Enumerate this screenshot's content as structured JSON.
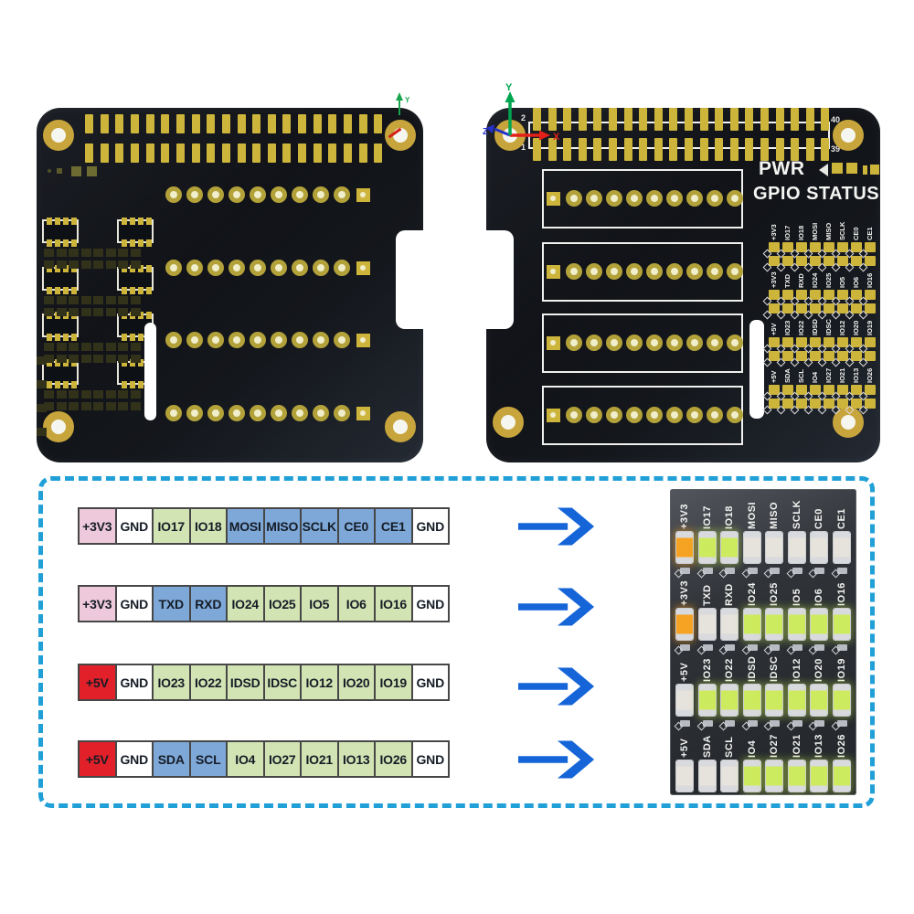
{
  "front_board": {
    "axis_y": "Y"
  },
  "back_board": {
    "pwr_label": "PWR",
    "gpio_status_label": "GPIO STATUS",
    "axis_x": "X",
    "axis_y": "Y",
    "axis_z": "Z",
    "pin_top_left": "2",
    "pin_bottom_left": "1",
    "pin_top_right": "40",
    "pin_bottom_right": "39",
    "led_groups": [
      {
        "labels": [
          "+3V3",
          "IO17",
          "IO18",
          "MOSI",
          "MISO",
          "SCLK",
          "CE0",
          "CE1"
        ]
      },
      {
        "labels": [
          "+3V3",
          "TXD",
          "RXD",
          "IO24",
          "IO25",
          "IO5",
          "IO6",
          "IO16"
        ]
      },
      {
        "labels": [
          "+5V",
          "IO23",
          "IO22",
          "IDSD",
          "IDSC",
          "IO12",
          "IO20",
          "IO19"
        ]
      },
      {
        "labels": [
          "+5V",
          "SDA",
          "SCL",
          "IO4",
          "IO27",
          "IO21",
          "IO13",
          "IO26"
        ]
      }
    ]
  },
  "pinout": {
    "type_colors": {
      "p3v3": "#edc9db",
      "gnd": "#ffffff",
      "io": "#d2e4b4",
      "bus": "#7ea8d8",
      "p5v": "#e1202a"
    },
    "rows": [
      {
        "cells": [
          {
            "label": "+3V3",
            "type": "p3v3"
          },
          {
            "label": "GND",
            "type": "gnd"
          },
          {
            "label": "IO17",
            "type": "io"
          },
          {
            "label": "IO18",
            "type": "io"
          },
          {
            "label": "MOSI",
            "type": "bus"
          },
          {
            "label": "MISO",
            "type": "bus"
          },
          {
            "label": "SCLK",
            "type": "bus"
          },
          {
            "label": "CE0",
            "type": "bus"
          },
          {
            "label": "CE1",
            "type": "bus"
          },
          {
            "label": "GND",
            "type": "gnd"
          }
        ]
      },
      {
        "cells": [
          {
            "label": "+3V3",
            "type": "p3v3"
          },
          {
            "label": "GND",
            "type": "gnd"
          },
          {
            "label": "TXD",
            "type": "bus"
          },
          {
            "label": "RXD",
            "type": "bus"
          },
          {
            "label": "IO24",
            "type": "io"
          },
          {
            "label": "IO25",
            "type": "io"
          },
          {
            "label": "IO5",
            "type": "io"
          },
          {
            "label": "IO6",
            "type": "io"
          },
          {
            "label": "IO16",
            "type": "io"
          },
          {
            "label": "GND",
            "type": "gnd"
          }
        ]
      },
      {
        "cells": [
          {
            "label": "+5V",
            "type": "p5v"
          },
          {
            "label": "GND",
            "type": "gnd"
          },
          {
            "label": "IO23",
            "type": "io"
          },
          {
            "label": "IO22",
            "type": "io"
          },
          {
            "label": "IDSD",
            "type": "io"
          },
          {
            "label": "IDSC",
            "type": "io"
          },
          {
            "label": "IO12",
            "type": "io"
          },
          {
            "label": "IO20",
            "type": "io"
          },
          {
            "label": "IO19",
            "type": "io"
          },
          {
            "label": "GND",
            "type": "gnd"
          }
        ]
      },
      {
        "cells": [
          {
            "label": "+5V",
            "type": "p5v"
          },
          {
            "label": "GND",
            "type": "gnd"
          },
          {
            "label": "SDA",
            "type": "bus"
          },
          {
            "label": "SCL",
            "type": "bus"
          },
          {
            "label": "IO4",
            "type": "io"
          },
          {
            "label": "IO27",
            "type": "io"
          },
          {
            "label": "IO21",
            "type": "io"
          },
          {
            "label": "IO13",
            "type": "io"
          },
          {
            "label": "IO26",
            "type": "io"
          },
          {
            "label": "GND",
            "type": "gnd"
          }
        ]
      }
    ]
  },
  "photo": {
    "led_colors": {
      "orange": "#f6a222",
      "green": "#cdeb5e",
      "off": "#e6e3dc"
    },
    "groups": [
      {
        "labels": [
          "+3V3",
          "IO17",
          "IO18",
          "MOSI",
          "MISO",
          "SCLK",
          "CE0",
          "CE1"
        ],
        "leds": [
          "orange",
          "green",
          "green",
          "off",
          "off",
          "off",
          "off",
          "off"
        ]
      },
      {
        "labels": [
          "+3V3",
          "TXD",
          "RXD",
          "IO24",
          "IO25",
          "IO5",
          "IO6",
          "IO16"
        ],
        "leds": [
          "orange",
          "off",
          "off",
          "green",
          "green",
          "green",
          "green",
          "green"
        ]
      },
      {
        "labels": [
          "+5V",
          "IO23",
          "IO22",
          "IDSD",
          "IDSC",
          "IO12",
          "IO20",
          "IO19"
        ],
        "leds": [
          "off",
          "green",
          "green",
          "green",
          "green",
          "green",
          "green",
          "green"
        ]
      },
      {
        "labels": [
          "+5V",
          "SDA",
          "SCL",
          "IO4",
          "IO27",
          "IO21",
          "IO13",
          "IO26"
        ],
        "leds": [
          "off",
          "off",
          "off",
          "green",
          "green",
          "green",
          "green",
          "green"
        ]
      }
    ]
  },
  "style": {
    "arrow_color": "#1565d8",
    "dash_border_color": "#21a0d8",
    "pcb_color": "#14171c",
    "pad_gold": "#cdb53c"
  }
}
